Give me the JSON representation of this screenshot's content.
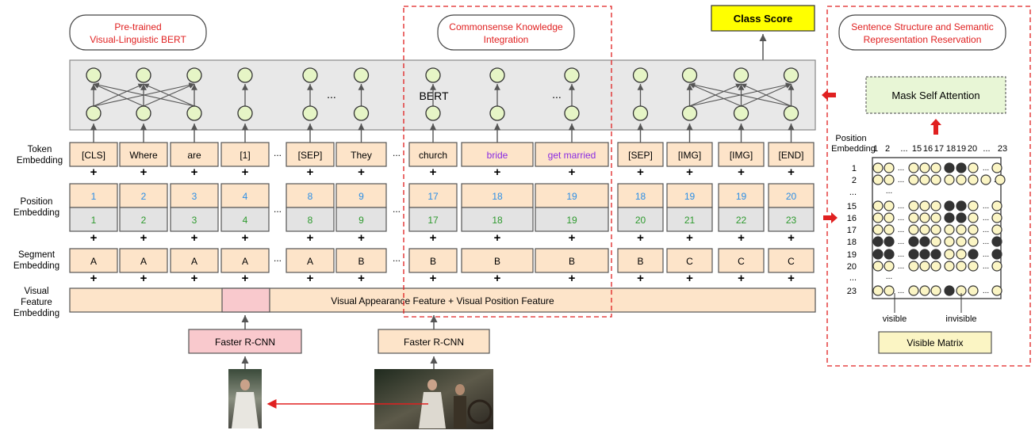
{
  "titles": {
    "pretrained": [
      "Pre-trained",
      "Visual-Linguistic BERT"
    ],
    "commonsense": [
      "Commonsense Knowledge",
      "Integration"
    ],
    "sentence_structure": [
      "Sentence Structure and Semantic",
      "Representation Reservation"
    ],
    "class_score": "Class Score"
  },
  "bert_label": "BERT",
  "ellipsis": "...",
  "row_labels": {
    "token": [
      "Token",
      "Embedding"
    ],
    "position": [
      "Position",
      "Embedding"
    ],
    "segment": [
      "Segment",
      "Embedding"
    ],
    "visual": [
      "Visual",
      "Feature",
      "Embedding"
    ]
  },
  "columns": [
    {
      "token": "[CLS]",
      "pos_top": "1",
      "pos_bottom": "1",
      "segment": "A",
      "token_color": "#000000"
    },
    {
      "token": "Where",
      "pos_top": "2",
      "pos_bottom": "2",
      "segment": "A",
      "token_color": "#000000"
    },
    {
      "token": "are",
      "pos_top": "3",
      "pos_bottom": "3",
      "segment": "A",
      "token_color": "#000000"
    },
    {
      "token": "[1]",
      "pos_top": "4",
      "pos_bottom": "4",
      "segment": "A",
      "token_color": "#000000"
    },
    {
      "token": "[SEP]",
      "pos_top": "8",
      "pos_bottom": "8",
      "segment": "A",
      "token_color": "#000000"
    },
    {
      "token": "They",
      "pos_top": "9",
      "pos_bottom": "9",
      "segment": "B",
      "token_color": "#000000"
    },
    {
      "token": "church",
      "pos_top": "17",
      "pos_bottom": "17",
      "segment": "B",
      "token_color": "#000000"
    },
    {
      "token": "bride",
      "pos_top": "18",
      "pos_bottom": "18",
      "segment": "B",
      "token_color": "#8a2be2"
    },
    {
      "token": "get married",
      "pos_top": "19",
      "pos_bottom": "19",
      "segment": "B",
      "token_color": "#8a2be2"
    },
    {
      "token": "[SEP]",
      "pos_top": "18",
      "pos_bottom": "20",
      "segment": "B",
      "token_color": "#000000"
    },
    {
      "token": "[IMG]",
      "pos_top": "19",
      "pos_bottom": "21",
      "segment": "C",
      "token_color": "#000000"
    },
    {
      "token": "[IMG]",
      "pos_top": "19",
      "pos_bottom": "22",
      "segment": "C",
      "token_color": "#000000"
    },
    {
      "token": "[END]",
      "pos_top": "20",
      "pos_bottom": "23",
      "segment": "C",
      "token_color": "#000000"
    }
  ],
  "visual_feature_label": "Visual Appearance Feature + Visual Position Feature",
  "faster_rcnn": [
    "Faster R-CNN",
    "Faster R-CNN"
  ],
  "mask_self_attention": "Mask Self Attention",
  "matrix": {
    "position_label": [
      "Position",
      "Embedding"
    ],
    "col_labels": [
      "1",
      "2",
      "...",
      "15",
      "16",
      "17",
      "18",
      "19",
      "20",
      "...",
      "23"
    ],
    "row_labels": [
      "1",
      "2",
      "...",
      "15",
      "16",
      "17",
      "18",
      "19",
      "20",
      "...",
      "23"
    ],
    "visible_label": "visible",
    "invisible_label": "invisible",
    "footer": "Visible Matrix",
    "cell_rows": [
      "oo.ooo##o.o",
      "oo.ooooooo.o",
      "",
      "oo.ooo##o.o",
      "oo.ooo##o.o",
      "oo.oooooo.o",
      "##.##oooo.#",
      "##.###oo#.#",
      "oo.oooooo.o",
      "",
      "oo.ooo#oo.o"
    ]
  },
  "colors": {
    "token_box": "#fde4c9",
    "token_border": "#555555",
    "pos_gray": "#e3e3e3",
    "pos_top_text": "#2b8ee6",
    "pos_bottom_text": "#2e9a2e",
    "node_fill": "#e6f5c6",
    "dashed_red": "#e02020",
    "class_score": "#ffff00",
    "mask_fill": "#e8f6d6",
    "matrix_filled": "#333333",
    "matrix_empty": "#fbf5c4",
    "rcnn_pink": "#f9c9cd"
  }
}
